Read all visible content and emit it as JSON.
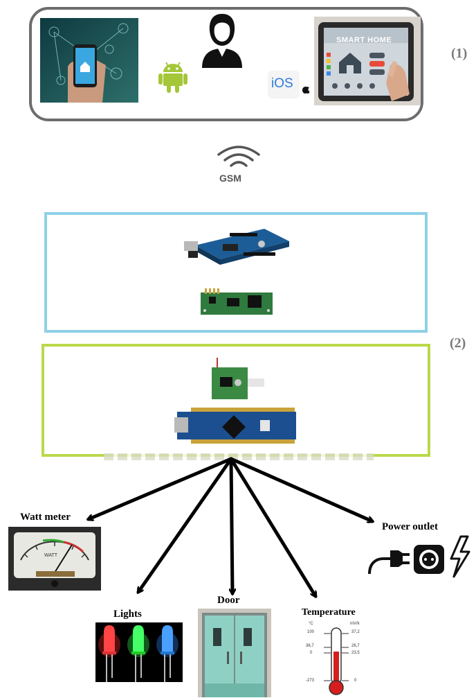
{
  "labels": {
    "tier1": "(1)",
    "tier2": "(2)",
    "gsm": "GSM",
    "ios": "iOS",
    "smart_home": "SMART HOME"
  },
  "devices": {
    "watt_meter": "Watt meter",
    "watt_dial_text": "WATT",
    "power_outlet": "Power outlet",
    "lights": "Lights",
    "door": "Door",
    "temperature": "Temperature"
  },
  "thermometer": {
    "left_unit": "°C",
    "right_unit": "mV/k",
    "left_ticks": [
      "100",
      "36,7",
      "0",
      "-273"
    ],
    "right_ticks": [
      "37,2",
      "26,7",
      "23,5",
      "0"
    ]
  },
  "colors": {
    "app_border": "#6d6d6d",
    "gateway_border": "#8fd0e6",
    "node_border": "#b9d94a",
    "arrow": "#000000",
    "android_green": "#a4c639"
  }
}
